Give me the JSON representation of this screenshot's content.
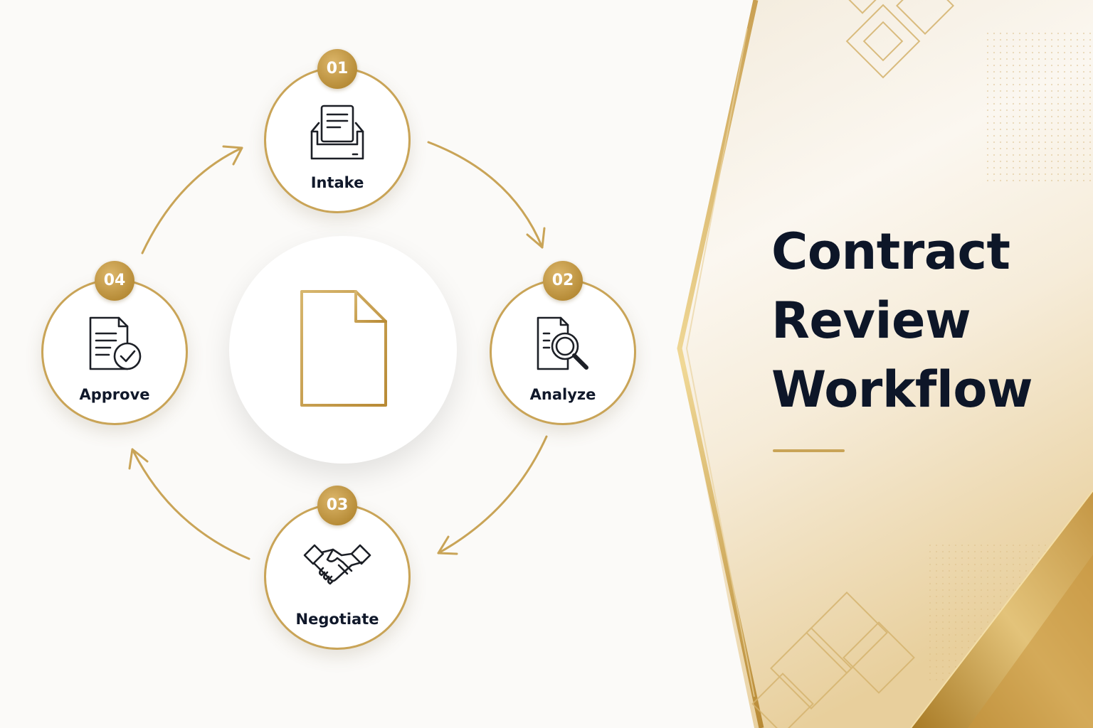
{
  "title": {
    "lines": [
      "Contract",
      "Review",
      "Workflow"
    ]
  },
  "steps": [
    {
      "number": "01",
      "label": "Intake",
      "icon": "inbox-document-icon"
    },
    {
      "number": "02",
      "label": "Analyze",
      "icon": "document-search-icon"
    },
    {
      "number": "03",
      "label": "Negotiate",
      "icon": "handshake-icon"
    },
    {
      "number": "04",
      "label": "Approve",
      "icon": "document-check-icon"
    }
  ],
  "center": {
    "icon": "document-icon"
  },
  "colors": {
    "gold": "#c9a457",
    "gold_dark": "#b58a35",
    "navy": "#0d1628",
    "icon_dark": "#1c1f26"
  }
}
